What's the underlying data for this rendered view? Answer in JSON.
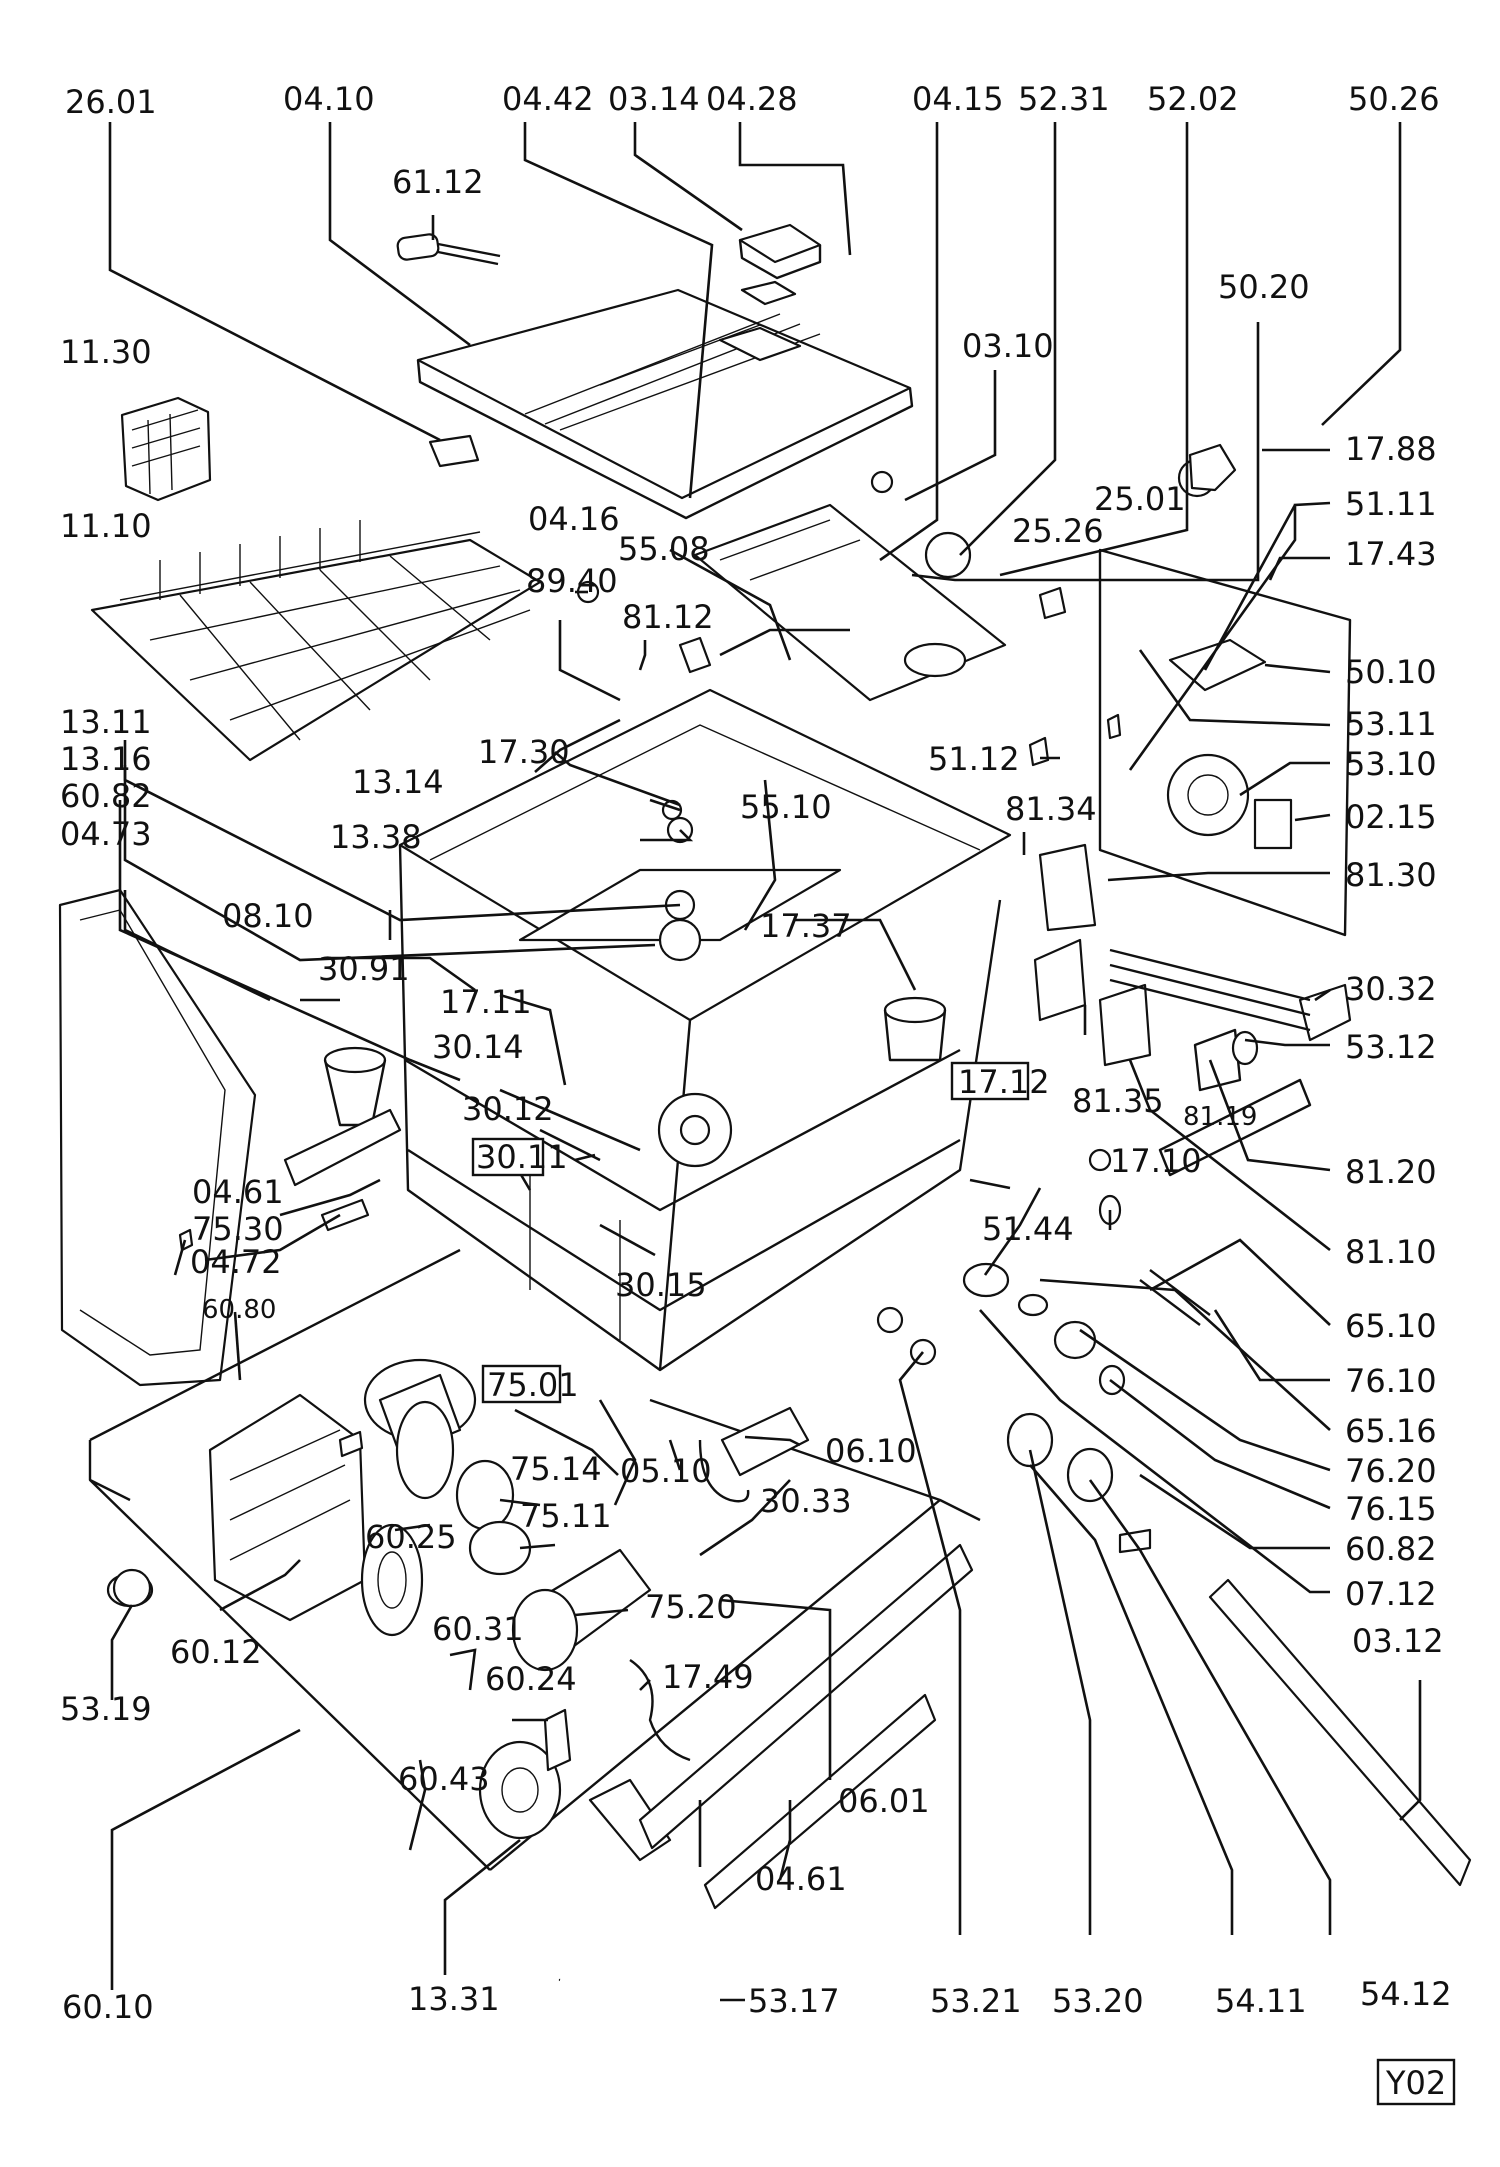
{
  "figure_code": "Y02",
  "labels": {
    "l2601": "26.01",
    "l0410": "04.10",
    "l0442": "04.42",
    "l0314": "03.14",
    "l0428": "04.28",
    "l0415": "04.15",
    "l5231": "52.31",
    "l5202": "52.02",
    "l5026": "50.26",
    "l6112": "61.12",
    "l5020": "50.20",
    "l1130": "11.30",
    "l0310": "03.10",
    "l1788": "17.88",
    "l0416": "04.16",
    "l2501": "25.01",
    "l5111": "51.11",
    "l1110": "11.10",
    "l5508": "55.08",
    "l2526": "25.26",
    "l1743": "17.43",
    "l8940": "89.40",
    "l8112": "81.12",
    "l1311": "13.11",
    "l5010": "50.10",
    "l1316": "13.16",
    "l1730": "17.30",
    "l5311": "53.11",
    "l1314": "13.14",
    "l5512": "51.12",
    "l5510": "55.10",
    "l6082a": "60.82",
    "l5310": "53.10",
    "l1338": "13.38",
    "l8134": "81.34",
    "l0215": "02.15",
    "l0473": "04.73",
    "l8130": "81.30",
    "l1737": "17.37",
    "l0810": "08.10",
    "l3091": "30.91",
    "l1711": "17.11",
    "l3032": "30.32",
    "l3014": "30.14",
    "l5312": "53.12",
    "l1712": "17.12",
    "l3012": "30.12",
    "l8135": "81.35",
    "l8119": "81.19",
    "l3011": "30.11",
    "l8120": "81.20",
    "l1710": "17.10",
    "l0461a": "04.61",
    "l5144": "51.44",
    "l7530": "75.30",
    "l8110": "81.10",
    "l3015": "30.15",
    "l0472": "04.72",
    "l6080": "60.80",
    "l6510": "65.10",
    "l7610": "76.10",
    "l7501": "75.01",
    "l6516": "65.16",
    "l7514": "75.14",
    "l0510": "05.10",
    "l0610": "06.10",
    "l7620": "76.20",
    "l7615": "76.15",
    "l7511": "75.11",
    "l3033": "30.33",
    "l6082b": "60.82",
    "l6025": "60.25",
    "l0712": "07.12",
    "l7520": "75.20",
    "l0312": "03.12",
    "l6012": "60.12",
    "l6031": "60.31",
    "l1749": "17.49",
    "l5319": "53.19",
    "l6024": "60.24",
    "l0601": "06.01",
    "l6043": "60.43",
    "l0461b": "04.61",
    "l6010": "60.10",
    "l1331": "13.31",
    "l5317": "53.17",
    "l5321": "53.21",
    "l5320": "53.20",
    "l5411": "54.11",
    "l5412": "54.12"
  }
}
